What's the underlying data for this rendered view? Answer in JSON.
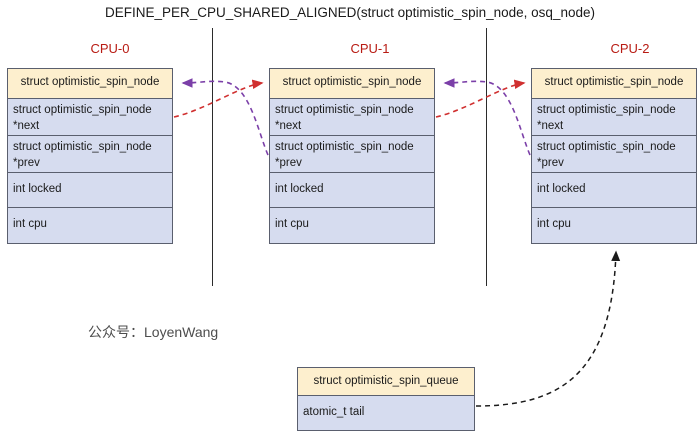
{
  "diagram": {
    "title": "DEFINE_PER_CPU_SHARED_ALIGNED(struct optimistic_spin_node, osq_node)",
    "watermark": "公众号：LoyenWang",
    "colors": {
      "cpu_label": "#B81B13",
      "header_fill": "#FDEFCE",
      "body_fill": "#D6DCEF",
      "border": "#5A5F6E",
      "next_arrow": "#D03030",
      "prev_arrow": "#8050B8",
      "tail_arrow": "#1a1a1a"
    },
    "cpus": [
      {
        "label": "CPU-0",
        "struct_name": "struct optimistic_spin_node",
        "fields": [
          "struct optimistic_spin_node\n*next",
          "struct optimistic_spin_node\n*prev",
          "int locked",
          "int cpu"
        ]
      },
      {
        "label": "CPU-1",
        "struct_name": "struct optimistic_spin_node",
        "fields": [
          "struct optimistic_spin_node\n*next",
          "struct optimistic_spin_node\n*prev",
          "int locked",
          "int cpu"
        ]
      },
      {
        "label": "CPU-2",
        "struct_name": "struct optimistic_spin_node",
        "fields": [
          "struct optimistic_spin_node\n*next",
          "struct optimistic_spin_node\n*prev",
          "int locked",
          "int cpu"
        ]
      }
    ],
    "queue": {
      "struct_name": "struct optimistic_spin_queue",
      "fields": [
        "atomic_t tail"
      ]
    }
  }
}
